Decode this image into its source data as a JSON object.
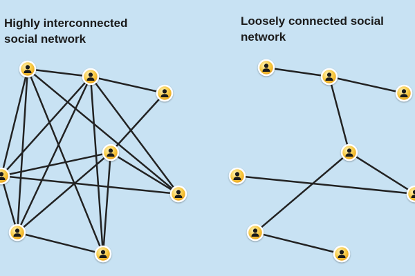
{
  "diagrams": [
    {
      "title": "Highly interconnected social network",
      "nodes": [
        "a",
        "b",
        "c",
        "d",
        "e",
        "f",
        "g",
        "h"
      ],
      "edges": [
        [
          "a",
          "b"
        ],
        [
          "a",
          "e"
        ],
        [
          "a",
          "f"
        ],
        [
          "a",
          "g"
        ],
        [
          "a",
          "h"
        ],
        [
          "b",
          "c"
        ],
        [
          "b",
          "e"
        ],
        [
          "b",
          "f"
        ],
        [
          "b",
          "g"
        ],
        [
          "b",
          "h"
        ],
        [
          "c",
          "d"
        ],
        [
          "d",
          "e"
        ],
        [
          "d",
          "f"
        ],
        [
          "d",
          "g"
        ],
        [
          "d",
          "h"
        ],
        [
          "e",
          "f"
        ],
        [
          "e",
          "g"
        ],
        [
          "g",
          "h"
        ]
      ]
    },
    {
      "title": "Loosely connected social network",
      "nodes": [
        "a",
        "b",
        "c",
        "d",
        "e",
        "f",
        "g",
        "h"
      ],
      "edges": [
        [
          "a",
          "b"
        ],
        [
          "b",
          "c"
        ],
        [
          "b",
          "d"
        ],
        [
          "d",
          "f"
        ],
        [
          "d",
          "g"
        ],
        [
          "e",
          "f"
        ],
        [
          "g",
          "h"
        ]
      ]
    }
  ],
  "colors": {
    "background": "#c8e2f3",
    "edge": "#222222",
    "node_fill": "#f7c840",
    "node_stroke": "#ffffff",
    "person_glyph": "#1a1a1a"
  },
  "icons": {
    "node": "person-icon"
  }
}
